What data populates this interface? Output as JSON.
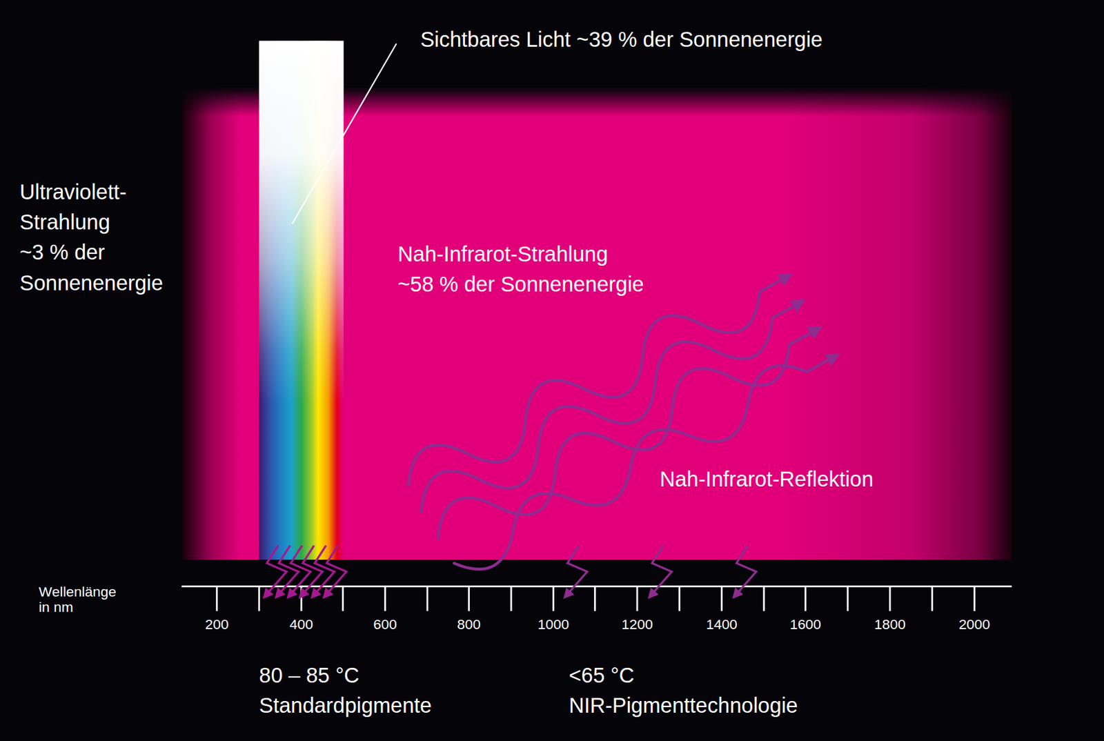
{
  "diagram": {
    "labels": [
      "Sichtbares Licht ~39 % der Sonnenenergie",
      "Ultraviolett- Strahlung ~3 % der Sonnenenergie",
      "Nah-Infrarot-Strahlung ~58 % der Sonnenenergie",
      "Nah-Infrarot-Reflektion",
      "Wellenlänge in nm",
      "200",
      "400",
      "600",
      "800",
      "1000",
      "1200",
      "1400",
      "1600",
      "1800",
      "2000",
      "80 – 85 °C Standardpigmente",
      "<65 °C NIR-Pigmenttechnologie"
    ]
  }
}
